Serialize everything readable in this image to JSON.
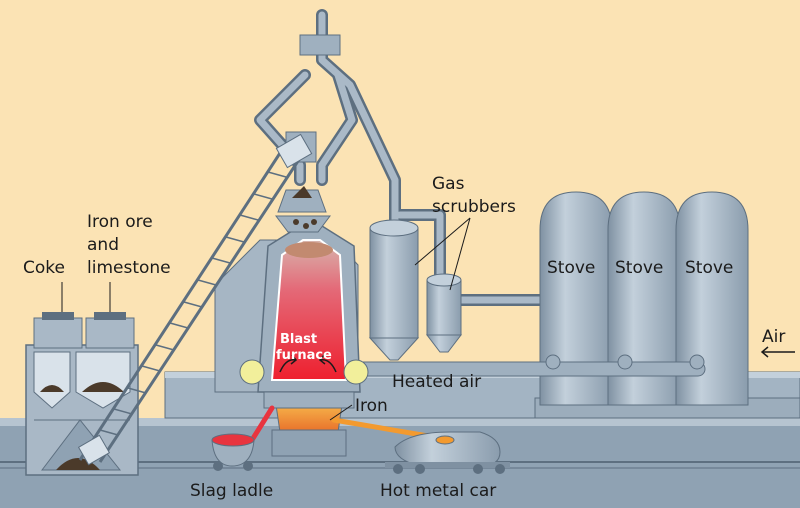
{
  "labels": {
    "coke": "Coke",
    "iron_ore_line1": "Iron ore",
    "iron_ore_line2": "and",
    "iron_ore_line3": "limestone",
    "gas_line1": "Gas",
    "gas_line2": "scrubbers",
    "stove_1": "Stove",
    "stove_2": "Stove",
    "stove_3": "Stove",
    "air": "Air",
    "blast_line1": "Blast",
    "blast_line2": "furnace",
    "heated_air": "Heated air",
    "iron": "Iron",
    "slag_ladle": "Slag ladle",
    "hot_metal_car": "Hot metal car"
  },
  "colors": {
    "background": "#fbe3b4",
    "steel": "#9fb0bf",
    "steel_dark": "#5d6f80",
    "molten": "#e8343f",
    "molten_hot": "#f39a2f"
  }
}
